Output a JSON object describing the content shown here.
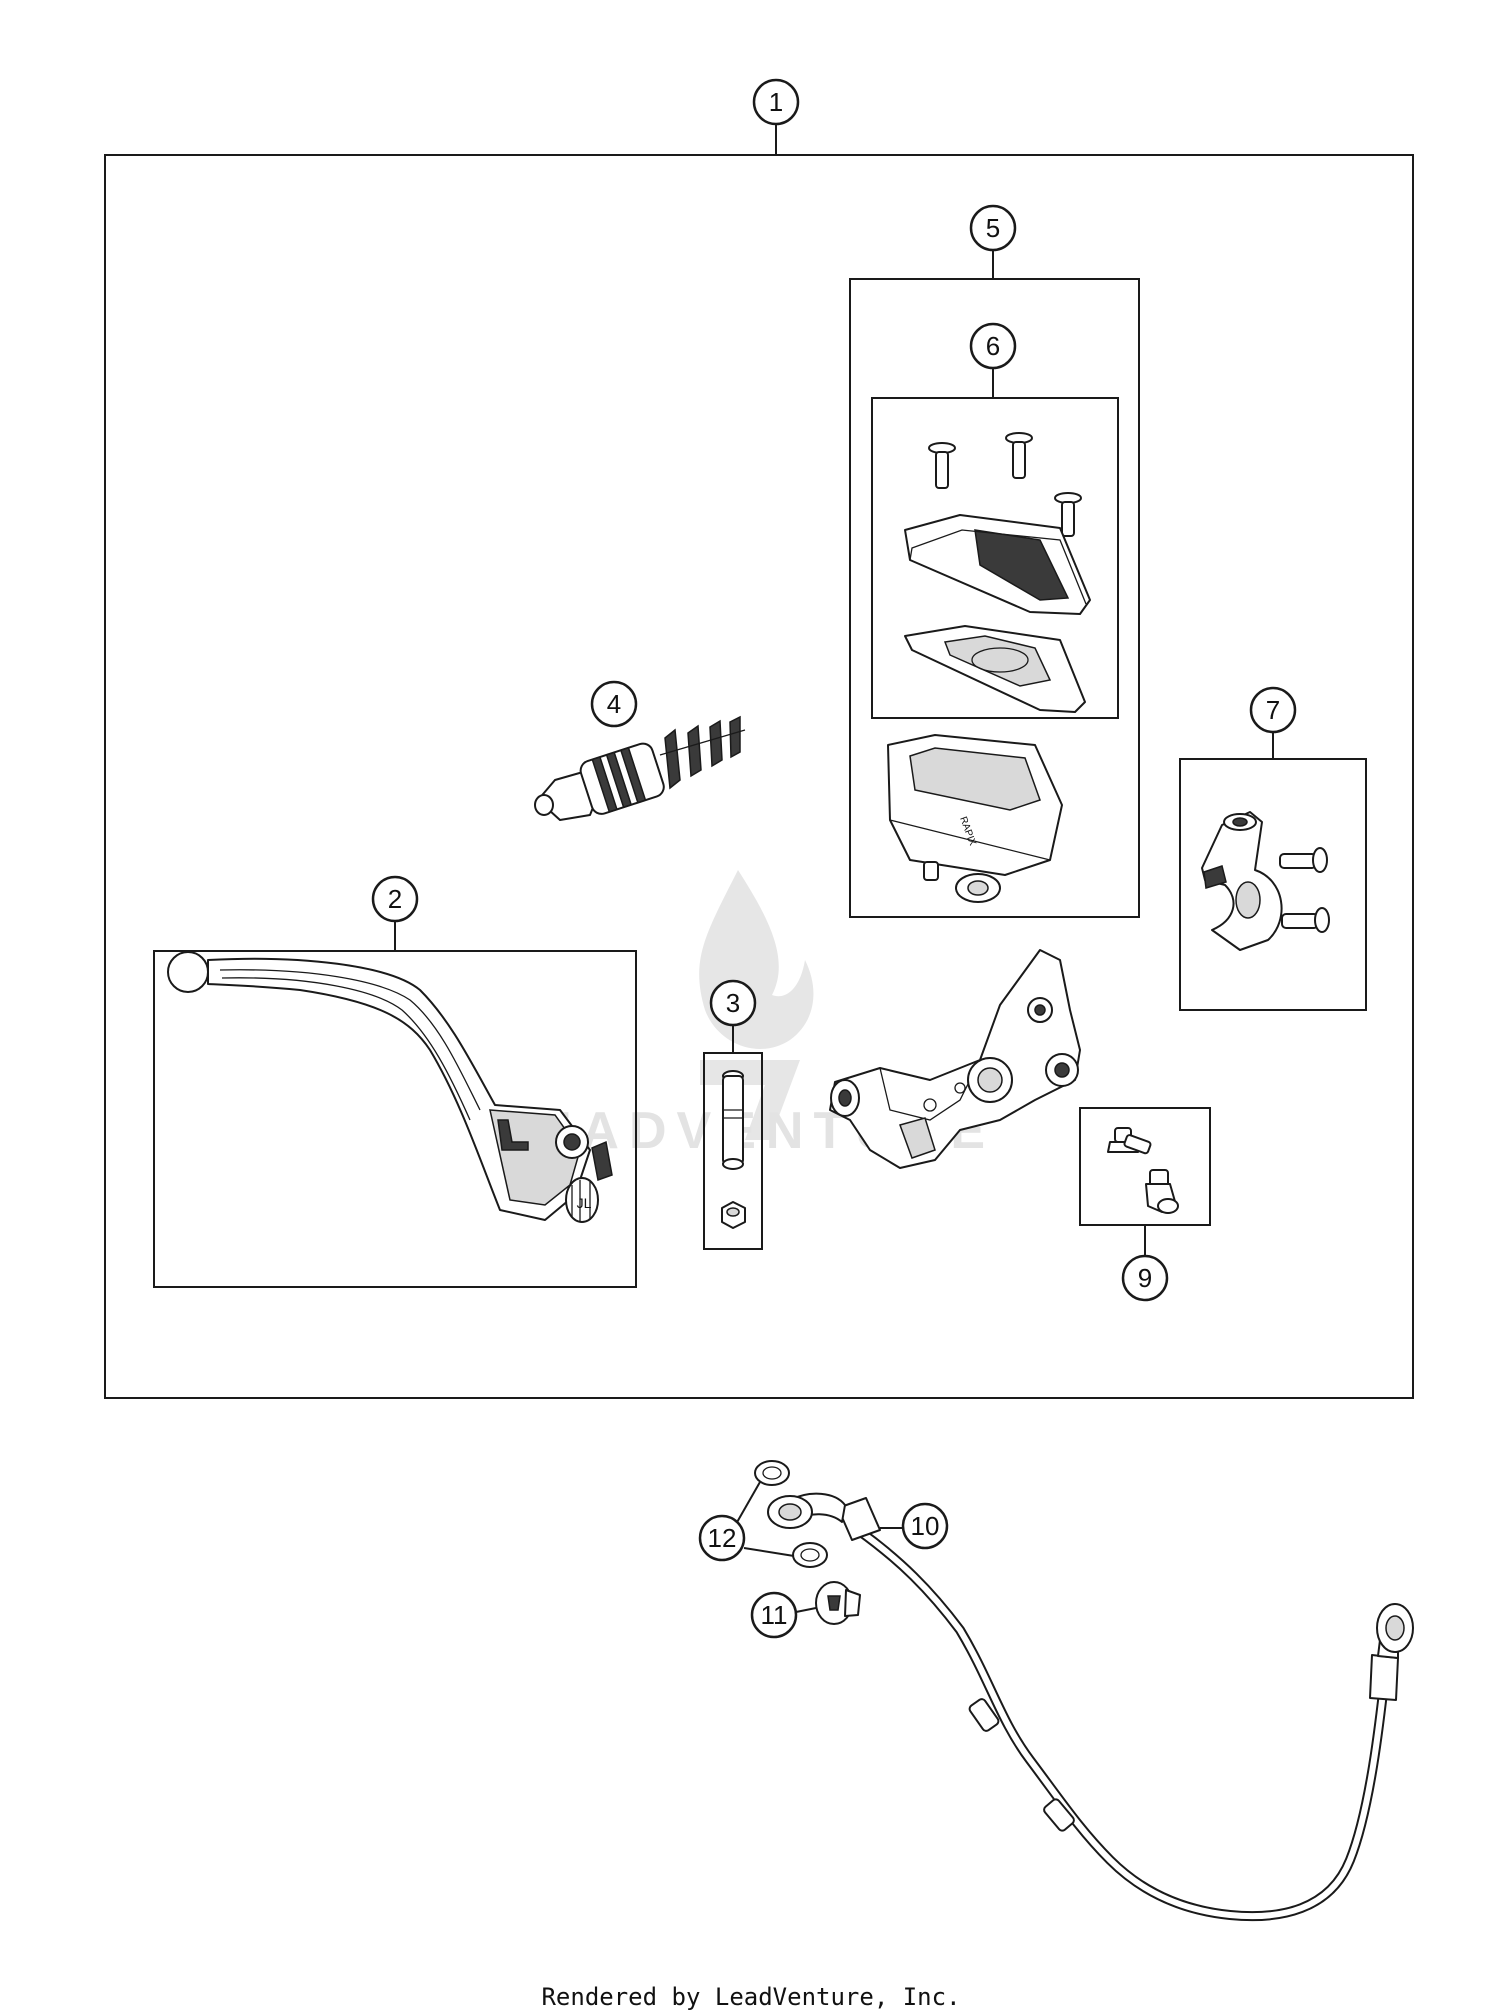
{
  "callouts": {
    "c1": "1",
    "c2": "2",
    "c3": "3",
    "c4": "4",
    "c5": "5",
    "c6": "6",
    "c7": "7",
    "c9": "9",
    "c10": "10",
    "c11": "11",
    "c12": "12"
  },
  "watermark": {
    "text": "LEADVENTURE",
    "icon": "flame-logo-icon"
  },
  "footer": {
    "text": "Rendered by LeadVenture, Inc."
  },
  "colors": {
    "line": "#1a1a1a",
    "background": "#ffffff",
    "watermark": "#e3e3e3"
  }
}
